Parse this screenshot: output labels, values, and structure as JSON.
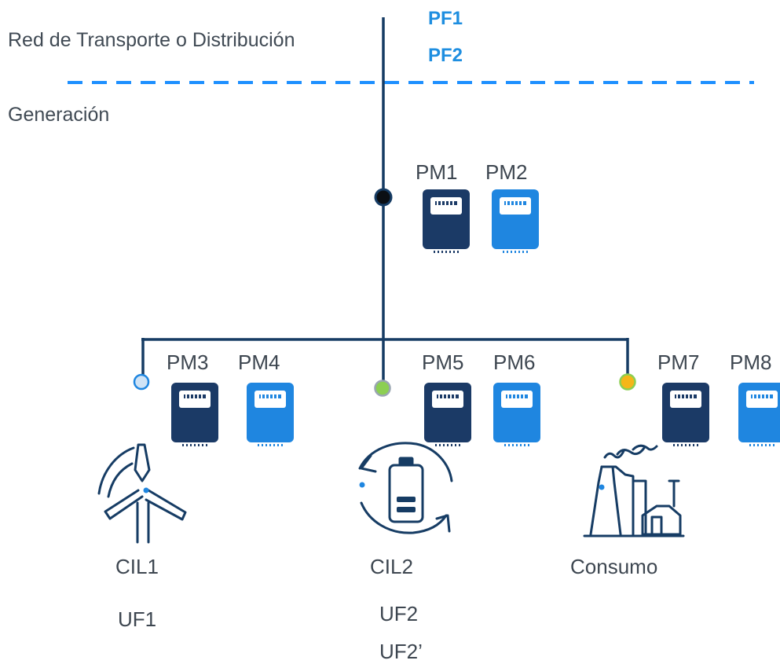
{
  "zones": {
    "upper": "Red de Transporte o Distribución",
    "lower": "Generación"
  },
  "frontier_points": [
    "PF1",
    "PF2"
  ],
  "meters": {
    "pm1": "PM1",
    "pm2": "PM2",
    "pm3": "PM3",
    "pm4": "PM4",
    "pm5": "PM5",
    "pm6": "PM6",
    "pm7": "PM7",
    "pm8": "PM8"
  },
  "units": {
    "wind": {
      "name": "CIL1",
      "frontier": [
        "UF1"
      ],
      "icon": "wind-turbine-icon",
      "node_color": "#cfe3f6"
    },
    "storage": {
      "name": "CIL2",
      "frontier": [
        "UF2",
        "UF2’"
      ],
      "icon": "battery-cycle-icon",
      "node_color": "#8ccf52"
    },
    "load": {
      "name": "Consumo",
      "frontier": [],
      "icon": "factory-icon",
      "node_color": "#f5b619"
    }
  },
  "colors": {
    "line": "#163c64",
    "meter_dark": "#1b3a66",
    "meter_light": "#1f86e0",
    "dashed_boundary": "#1e90ff",
    "accent": "#1e8ee0"
  }
}
